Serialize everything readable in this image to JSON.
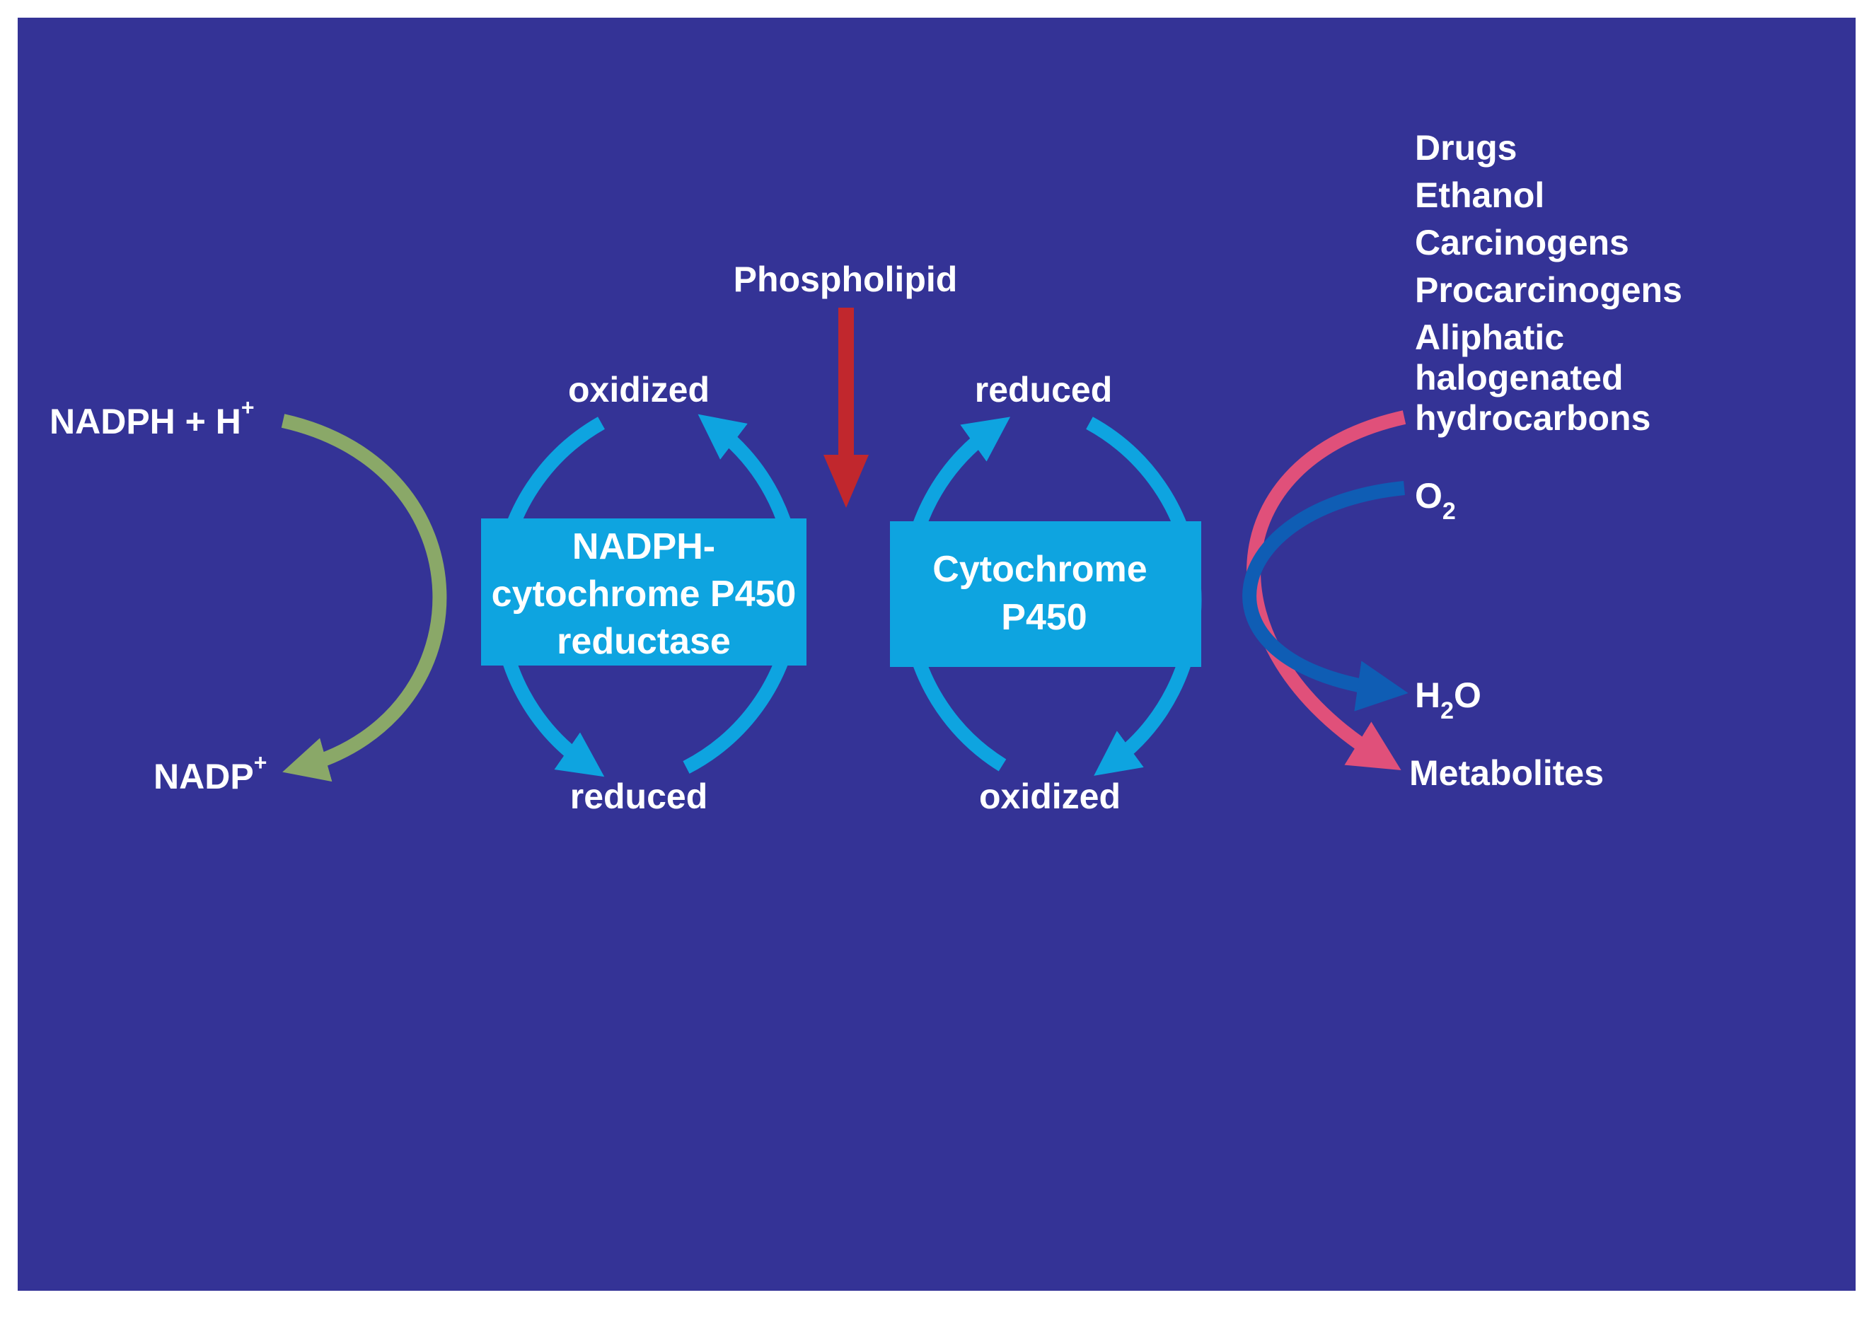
{
  "colors": {
    "background": "#343396",
    "cycle_blue": "#0ea4e0",
    "box_fill": "#0ea4e0",
    "nadph_green": "#8aa868",
    "phospholipid_red": "#c1272d",
    "substrate_pink": "#e0507a",
    "oxygen_blue": "#0f5db4"
  },
  "icons": [
    "phospholipid-arrow",
    "cycle-arrows",
    "curved-arrows"
  ],
  "labels": {
    "phospholipid": "Phospholipid",
    "nadph_main": "NADPH + H",
    "nadph_sup": "+",
    "nadp_main": "NADP",
    "nadp_sup": "+",
    "reductase_top_state": "oxidized",
    "reductase_bottom_state": "reduced",
    "p450_top_state": "reduced",
    "p450_bottom_state": "oxidized",
    "o2_main": "O",
    "o2_sub": "2",
    "h2o_main_h": "H",
    "h2o_sub": "2",
    "h2o_main_o": "O",
    "metabolites": "Metabolites"
  },
  "reductase_box": {
    "line1": "NADPH-",
    "line2": "cytochrome P450",
    "line3": "reductase"
  },
  "p450_box": {
    "line1": "Cytochrome",
    "line2": "P450"
  },
  "substrates": [
    "Drugs",
    "Ethanol",
    "Carcinogens",
    "Procarcinogens",
    "Aliphatic",
    "halogenated",
    "hydrocarbons"
  ]
}
